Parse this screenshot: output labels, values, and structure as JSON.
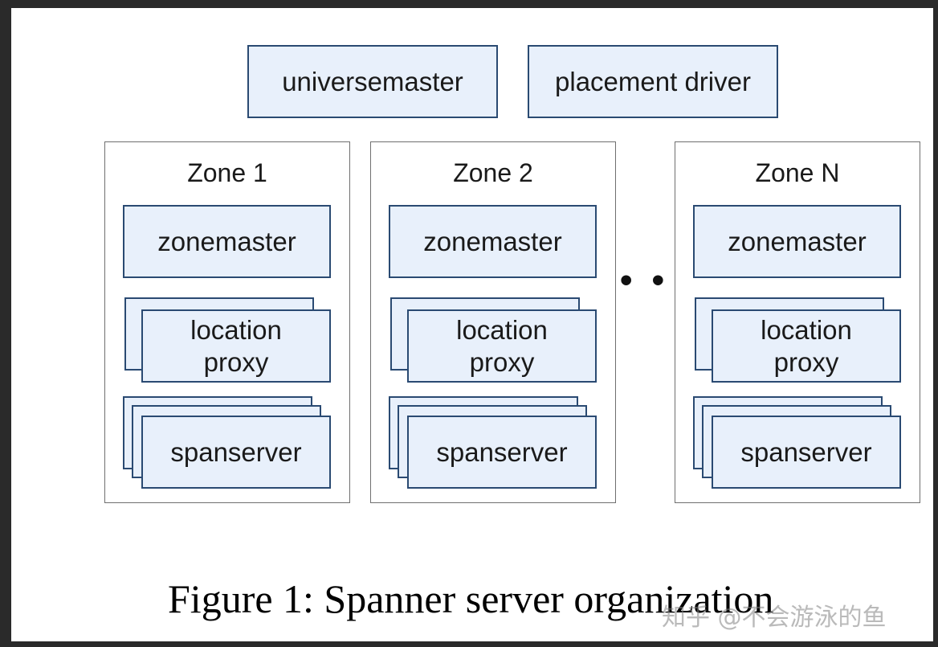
{
  "top": {
    "universemaster": "universemaster",
    "placement_driver": "placement driver"
  },
  "zones": [
    {
      "title": "Zone 1",
      "zonemaster": "zonemaster",
      "location_proxy": [
        "location",
        "proxy"
      ],
      "spanserver": "spanserver"
    },
    {
      "title": "Zone 2",
      "zonemaster": "zonemaster",
      "location_proxy": [
        "location",
        "proxy"
      ],
      "spanserver": "spanserver"
    },
    {
      "title": "Zone N",
      "zonemaster": "zonemaster",
      "location_proxy": [
        "location",
        "proxy"
      ],
      "spanserver": "spanserver"
    }
  ],
  "ellipsis": "• • •",
  "caption": "Figure 1: Spanner server organization",
  "watermark": "知乎 @不会游泳的鱼",
  "colors": {
    "box_fill": "#e8f0fb",
    "box_border": "#2a4a72",
    "zone_border": "#6f6f6f",
    "page_frame": "#2a2a2a"
  }
}
